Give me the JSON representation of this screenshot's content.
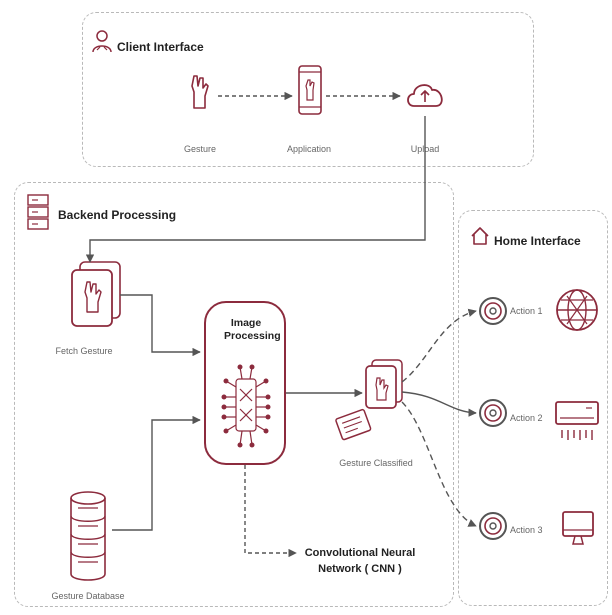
{
  "client": {
    "title": "Client Interface",
    "steps": [
      {
        "label": "Gesture",
        "icon": "hand-gesture-icon"
      },
      {
        "label": "Application",
        "icon": "smartphone-icon"
      },
      {
        "label": "Upload",
        "icon": "cloud-upload-icon"
      }
    ]
  },
  "backend": {
    "title": "Backend Processing",
    "fetch_label": "Fetch Gesture",
    "database_label": "Gesture Database",
    "processing_title": "Image Processing",
    "cnn_label": "Convolutional Neural Network ( CNN )",
    "classified_label": "Gesture Classified"
  },
  "home": {
    "title": "Home Interface",
    "actions": [
      {
        "label": "Action 1",
        "device": "globe-icon"
      },
      {
        "label": "Action 2",
        "device": "air-conditioner-icon"
      },
      {
        "label": "Action 3",
        "device": "monitor-icon"
      }
    ]
  },
  "colors": {
    "accent": "#8c2b3d",
    "line": "#555555",
    "border": "#b9b9b9",
    "label": "#666666"
  }
}
